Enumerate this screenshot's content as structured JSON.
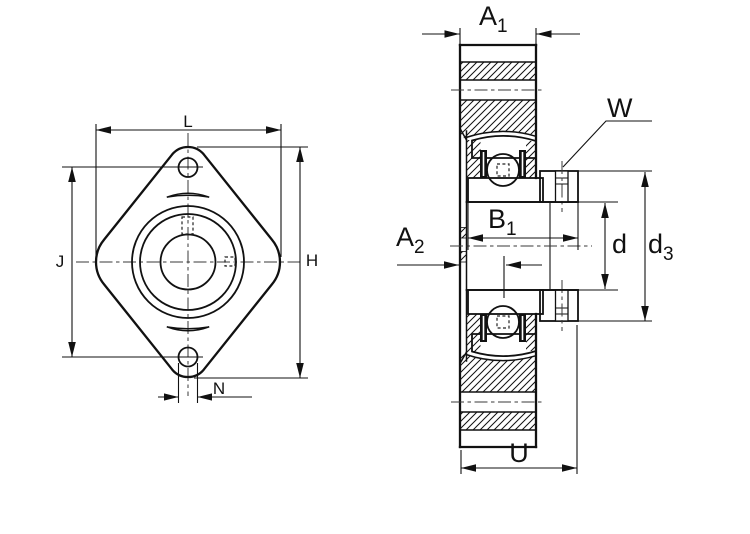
{
  "drawing": {
    "type": "bearing-unit-technical-drawing",
    "colors": {
      "line": "#111111",
      "centerline": "#3a3a3a",
      "background": "#ffffff"
    },
    "front_view": {
      "labels": {
        "L": "L",
        "J": "J",
        "H": "H",
        "N": "N"
      }
    },
    "section_view": {
      "labels": {
        "A1": {
          "main": "A",
          "sub": "1"
        },
        "A2": {
          "main": "A",
          "sub": "2"
        },
        "B1": {
          "main": "B",
          "sub": "1"
        },
        "W": {
          "main": "W",
          "sub": ""
        },
        "d": {
          "main": "d",
          "sub": ""
        },
        "d3": {
          "main": "d",
          "sub": "3"
        },
        "U": {
          "main": "U",
          "sub": ""
        }
      }
    }
  }
}
